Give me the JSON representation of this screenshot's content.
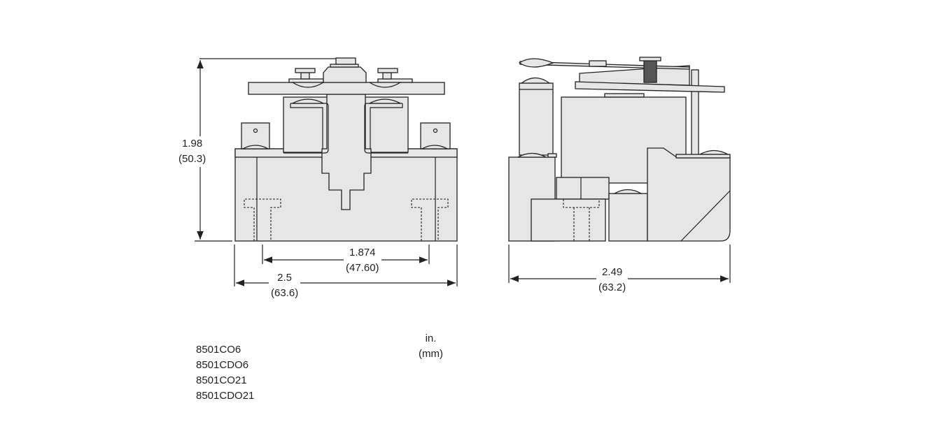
{
  "drawing": {
    "front_view": {
      "height_in": "1.98",
      "height_mm": "(50.3)",
      "mount_spacing_in": "1.874",
      "mount_spacing_mm": "(47.60)",
      "width_in": "2.5",
      "width_mm": "(63.6)"
    },
    "side_view": {
      "depth_in": "2.49",
      "depth_mm": "(63.2)"
    },
    "part_numbers": [
      "8501CO6",
      "8501CDO6",
      "8501CO21",
      "8501CDO21"
    ],
    "units": {
      "primary": "in.",
      "secondary": "(mm)"
    }
  }
}
